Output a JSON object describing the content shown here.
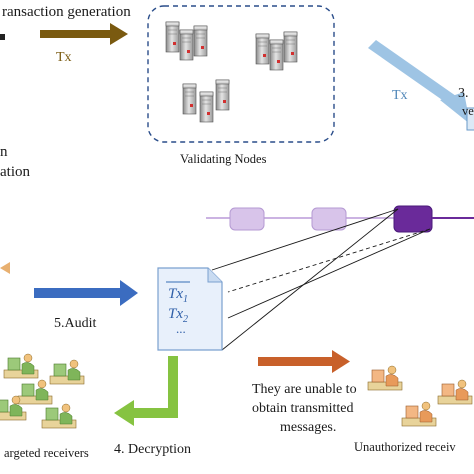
{
  "labels": {
    "step1_partial": "ransaction generation",
    "tx_left": "Tx",
    "validating_nodes": "Validating Nodes",
    "tx_right": "Tx",
    "step3_partial": "3.",
    "step3_sub_partial": "ve",
    "step2_line1_partial": "n",
    "step2_line2_partial": "ation",
    "audit": "5.Audit",
    "decryption": "4. Decryption",
    "targeted_receivers_partial": "argeted receivers",
    "unable_line1": "They are unable to",
    "unable_line2": "obtain transmitted",
    "unable_line3": "messages.",
    "unauthorized_partial": "Unauthorized receiv",
    "doc_tx1": "Tx",
    "doc_tx1_sub": "1",
    "doc_tx2": "Tx",
    "doc_tx2_sub": "2",
    "doc_dots": "..."
  },
  "colors": {
    "arrow_brown": "#7a5a10",
    "arrow_lightblue": "#9ec4e4",
    "arrow_blue": "#3b6cc0",
    "arrow_green": "#86c341",
    "arrow_orange": "#c8602a",
    "chain_light": "#d8c4ea",
    "chain_dark": "#6a2a9a",
    "dash_border": "#2a4d8a",
    "doc_fill": "#e8f0fb",
    "doc_text": "#2f5fa8"
  },
  "icons": {
    "servers": "server-rack-icon",
    "receivers": "person-at-desk-icon"
  }
}
